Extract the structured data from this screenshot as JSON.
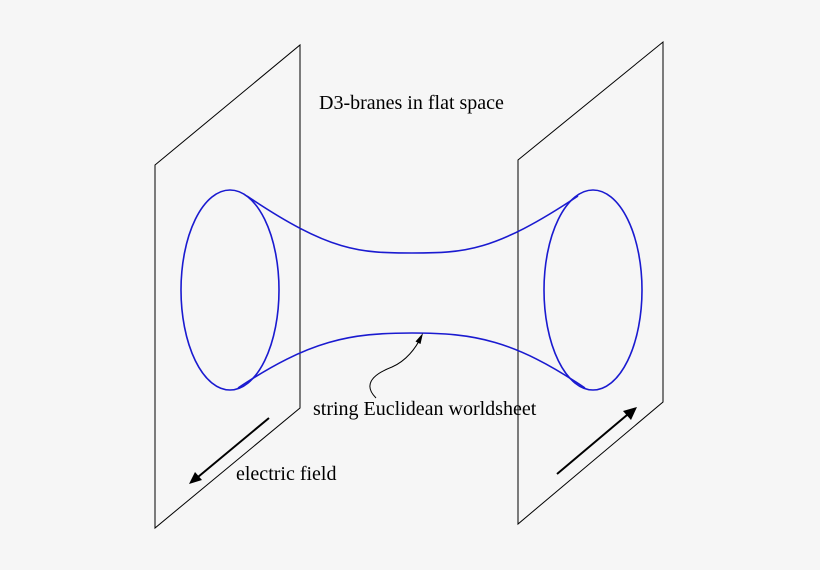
{
  "labels": {
    "title": "D3-branes in flat space",
    "worldsheet": "string Euclidean worldsheet",
    "field": "electric field"
  },
  "colors": {
    "background": "#f6f6f6",
    "line": "#000000",
    "worldsheet": "#1a1ad0"
  }
}
